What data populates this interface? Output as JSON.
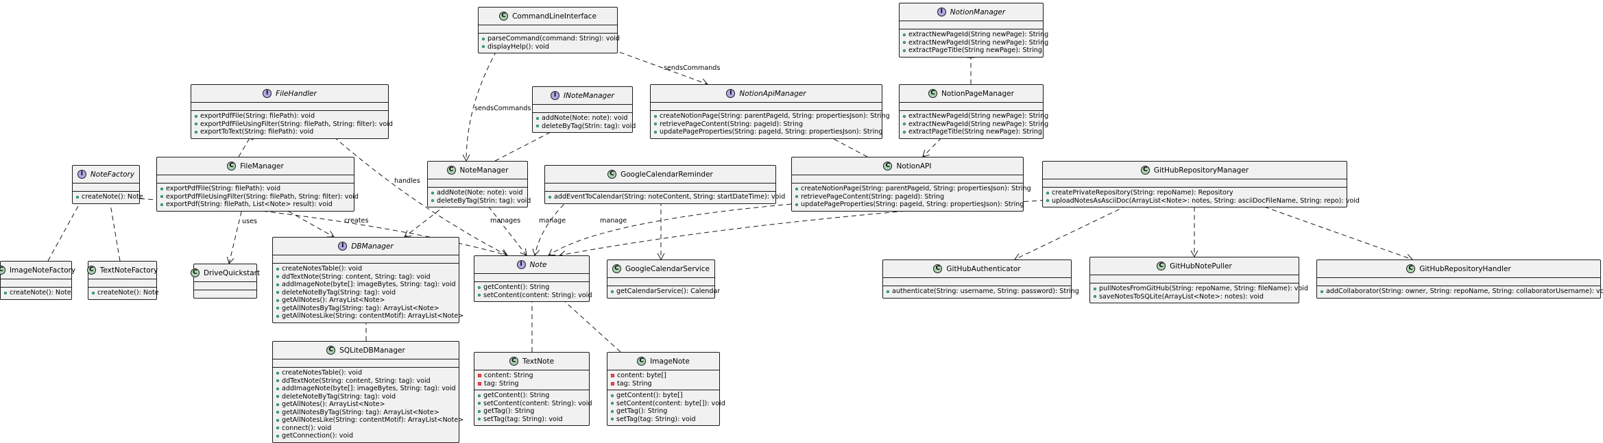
{
  "classes": [
    {
      "id": "cli",
      "name": "CommandLineInterface",
      "kind": "class",
      "attrs": [],
      "methods": [
        "parseCommand(command: String): void",
        "displayHelp(): void"
      ]
    },
    {
      "id": "notionManager",
      "name": "NotionManager",
      "kind": "interface",
      "attrs": [],
      "methods": [
        "extractNewPageId(String newPage): String",
        "extractNewPageId(String newPage): String",
        "extractPageTitle(String newPage): String"
      ]
    },
    {
      "id": "notionApiManager",
      "name": "NotionApiManager",
      "kind": "interface",
      "attrs": [],
      "methods": [
        "createNotionPage(String: parentPageId, String: propertiesJson): String",
        "retrievePageContent(String: pageId): String",
        "updatePageProperties(String: pageId, String: propertiesJson): String"
      ]
    },
    {
      "id": "notionPageManager",
      "name": "NotionPageManager",
      "kind": "class",
      "attrs": [],
      "methods": [
        "extractNewPageId(String newPage): String",
        "extractNewPageId(String newPage): String",
        "extractPageTitle(String newPage): String"
      ]
    },
    {
      "id": "inoteManager",
      "name": "INoteManager",
      "kind": "interface",
      "attrs": [],
      "methods": [
        "addNote(Note: note): void",
        "deleteByTag(Strin: tag): void"
      ]
    },
    {
      "id": "fileHandler",
      "name": "FileHandler",
      "kind": "interface",
      "attrs": [],
      "methods": [
        "exportPdfFile(String: filePath): void",
        "exportPdfFileUsingFilter(String: filePath, String: filter): void",
        "exportToText(String: filePath): void"
      ]
    },
    {
      "id": "noteFactory",
      "name": "NoteFactory",
      "kind": "interface",
      "attrs": [],
      "methods": [
        "createNote(): Note"
      ]
    },
    {
      "id": "fileManager",
      "name": "FileManager",
      "kind": "class",
      "attrs": [],
      "methods": [
        "exportPdfFile(String: filePath): void",
        "exportPdfFileUsingFilter(String: filePath, String: filter): void",
        "exportPdf(String: filePath, List<Note> result): void"
      ]
    },
    {
      "id": "noteManager",
      "name": "NoteManager",
      "kind": "class",
      "attrs": [],
      "methods": [
        "addNote(Note: note): void",
        "deleteByTag(Strin: tag): void"
      ]
    },
    {
      "id": "gcalReminder",
      "name": "GoogleCalendarReminder",
      "kind": "class",
      "attrs": [],
      "methods": [
        "addEventToCalendar(String: noteContent, String: startDateTime): void"
      ]
    },
    {
      "id": "notionApi",
      "name": "NotionAPI",
      "kind": "class",
      "attrs": [],
      "methods": [
        "createNotionPage(String: parentPageId, String: propertiesJson): String",
        "retrievePageContent(String: pageId): String",
        "updatePageProperties(String: pageId, String: propertiesJson): String"
      ]
    },
    {
      "id": "ghRepoManager",
      "name": "GitHubRepositoryManager",
      "kind": "class",
      "attrs": [],
      "methods": [
        "createPrivateRepository(String: repoName): Repository",
        "uploadNotesAsAsciiDoc(ArrayList<Note>: notes, String: asciiDocFileName, String: repo): void"
      ]
    },
    {
      "id": "imageNoteFactory",
      "name": "ImageNoteFactory",
      "kind": "class",
      "attrs": [],
      "methods": [
        "createNote(): Note"
      ]
    },
    {
      "id": "textNoteFactory",
      "name": "TextNoteFactory",
      "kind": "class",
      "attrs": [],
      "methods": [
        "createNote(): Note"
      ]
    },
    {
      "id": "driveQuickstart",
      "name": "DriveQuickstart",
      "kind": "class",
      "attrs": [],
      "methods": []
    },
    {
      "id": "dbManager",
      "name": "DBManager",
      "kind": "interface",
      "attrs": [],
      "methods": [
        "createNotesTable(): void",
        "ddTextNote(String: content, String: tag): void",
        "addImageNote(byte[]: imageBytes, String: tag): void",
        "deleteNoteByTag(String: tag): void",
        "getAllNotes(): ArrayList<Note>",
        "getAllNotesByTag(String: tag): ArrayList<Note>",
        "getAllNotesLike(String: contentMotif): ArrayList<Note>"
      ]
    },
    {
      "id": "note",
      "name": "Note",
      "kind": "interface",
      "attrs": [],
      "methods": [
        "getContent(): String",
        "setContent(content: String): void"
      ]
    },
    {
      "id": "gcalService",
      "name": "GoogleCalendarService",
      "kind": "class",
      "attrs": [],
      "methods": [
        "getCalendarService(): Calendar"
      ]
    },
    {
      "id": "ghAuth",
      "name": "GitHubAuthenticator",
      "kind": "class",
      "attrs": [],
      "methods": [
        "authenticate(String: username, String: password): String"
      ]
    },
    {
      "id": "ghPuller",
      "name": "GitHubNotePuller",
      "kind": "class",
      "attrs": [],
      "methods": [
        "pullNotesFromGitHub(String: repoName, String: fileName): void",
        "saveNotesToSQLite(ArrayList<Note>: notes): void"
      ]
    },
    {
      "id": "ghRepoHandler",
      "name": "GitHubRepositoryHandler",
      "kind": "class",
      "attrs": [],
      "methods": [
        "addCollaborator(String: owner, String: repoName, String: collaboratorUsername): void"
      ]
    },
    {
      "id": "sqliteDb",
      "name": "SQLiteDBManager",
      "kind": "class",
      "attrs": [],
      "methods": [
        "createNotesTable(): void",
        "ddTextNote(String: content, String: tag): void",
        "addImageNote(byte[]: imageBytes, String: tag): void",
        "deleteNoteByTag(String: tag): void",
        "getAllNotes(): ArrayList<Note>",
        "getAllNotesByTag(String: tag): ArrayList<Note>",
        "getAllNotesLike(String: contentMotif): ArrayList<Note>",
        "connect(): void",
        "getConnection(): void"
      ]
    },
    {
      "id": "textNote",
      "name": "TextNote",
      "kind": "class",
      "attrs": [
        "content: String",
        "tag: String"
      ],
      "methods": [
        "getContent(): String",
        "setContent(content: String): void",
        "getTag(): String",
        "setTag(tag: String): void"
      ]
    },
    {
      "id": "imageNote",
      "name": "ImageNote",
      "kind": "class",
      "attrs": [
        "content: byte[]",
        "tag: String"
      ],
      "methods": [
        "getContent(): byte[]",
        "setContent(content: byte[]): void",
        "getTag(): String",
        "setTag(tag: String): void"
      ]
    }
  ],
  "relations": [
    {
      "from": "cli",
      "to": "noteManager",
      "type": "dependency",
      "label": "sendsCommands"
    },
    {
      "from": "cli",
      "to": "notionApiManager",
      "type": "dependency",
      "label": "sendsCommands"
    },
    {
      "from": "notionPageManager",
      "to": "notionManager",
      "type": "realization",
      "label": ""
    },
    {
      "from": "notionPageManager",
      "to": "notionApi",
      "type": "dependency",
      "label": ""
    },
    {
      "from": "notionApi",
      "to": "notionApiManager",
      "type": "realization",
      "label": ""
    },
    {
      "from": "noteManager",
      "to": "inoteManager",
      "type": "realization",
      "label": ""
    },
    {
      "from": "fileManager",
      "to": "fileHandler",
      "type": "realization",
      "label": ""
    },
    {
      "from": "fileHandler",
      "to": "note",
      "type": "dependency",
      "label": "handles"
    },
    {
      "from": "imageNoteFactory",
      "to": "noteFactory",
      "type": "realization",
      "label": ""
    },
    {
      "from": "textNoteFactory",
      "to": "noteFactory",
      "type": "realization",
      "label": ""
    },
    {
      "from": "noteFactory",
      "to": "note",
      "type": "dependency",
      "label": "creates"
    },
    {
      "from": "fileManager",
      "to": "driveQuickstart",
      "type": "dependency",
      "label": "uses"
    },
    {
      "from": "fileManager",
      "to": "dbManager",
      "type": "dependency",
      "label": ""
    },
    {
      "from": "noteManager",
      "to": "dbManager",
      "type": "dependency",
      "label": ""
    },
    {
      "from": "noteManager",
      "to": "note",
      "type": "dependency",
      "label": "manages"
    },
    {
      "from": "gcalReminder",
      "to": "note",
      "type": "dependency",
      "label": "manage"
    },
    {
      "from": "gcalReminder",
      "to": "gcalService",
      "type": "dependency",
      "label": ""
    },
    {
      "from": "notionApi",
      "to": "note",
      "type": "dependency",
      "label": "manage"
    },
    {
      "from": "ghRepoManager",
      "to": "note",
      "type": "dependency",
      "label": ""
    },
    {
      "from": "ghRepoManager",
      "to": "ghAuth",
      "type": "dependency",
      "label": ""
    },
    {
      "from": "ghRepoManager",
      "to": "ghPuller",
      "type": "dependency",
      "label": ""
    },
    {
      "from": "ghRepoManager",
      "to": "ghRepoHandler",
      "type": "dependency",
      "label": ""
    },
    {
      "from": "sqliteDb",
      "to": "dbManager",
      "type": "realization",
      "label": ""
    },
    {
      "from": "textNote",
      "to": "note",
      "type": "realization",
      "label": ""
    },
    {
      "from": "imageNote",
      "to": "note",
      "type": "realization",
      "label": ""
    }
  ],
  "colors": {
    "line": "#181818",
    "box": "#f1f1f1",
    "classBadge": "#add1b2",
    "interfaceBadge": "#b4a7e5",
    "publicDot": "#84be84",
    "privateSquare": "#f24d5c"
  }
}
